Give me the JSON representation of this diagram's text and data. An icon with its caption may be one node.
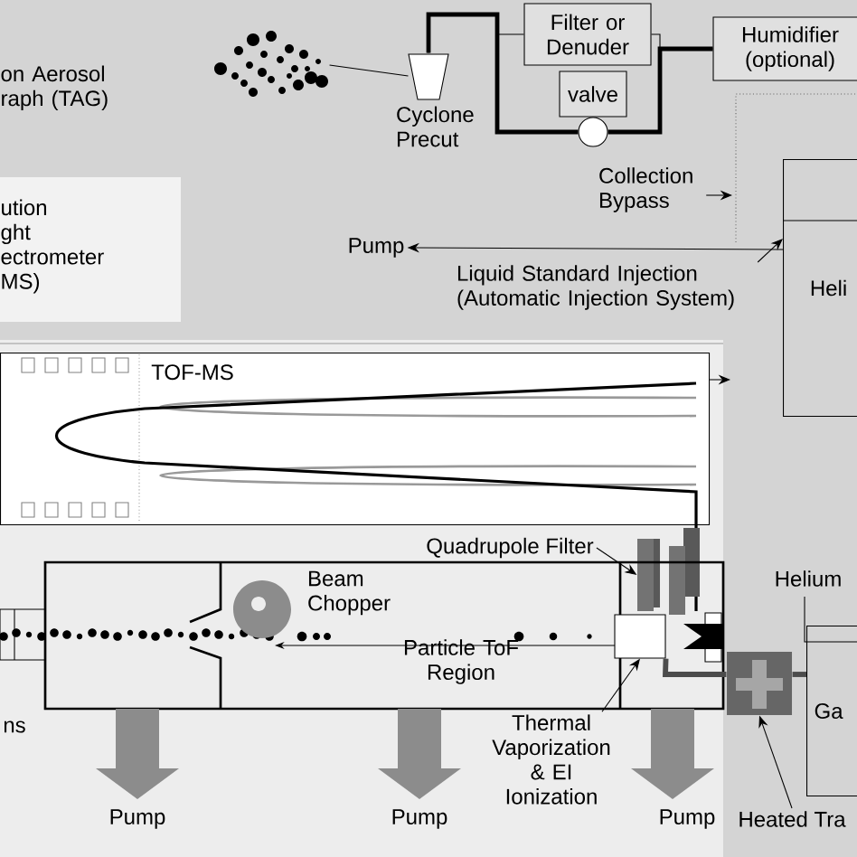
{
  "diagram": {
    "nodes": [
      {
        "text": [],
        "shape": "picture"
      },
      {
        "text": [],
        "shape": "trapezoid",
        "beside": [
          "Cyclone Precut"
        ]
      },
      {
        "text": [
          "Filter or Denuder"
        ]
      },
      {
        "text": [
          "valve"
        ]
      },
      {
        "text": [],
        "shape": "circle"
      },
      {
        "text": [
          "Humidifier (optional)"
        ]
      },
      {
        "text": [
          "Collection Bypass"
        ]
      },
      {
        "text": [
          "Heli"
        ]
      },
      {
        "text": [
          "Pump"
        ]
      },
      {
        "text": [
          "Liquid Standard Injection (Automatic Injection System)"
        ]
      },
      {
        "text": [
          "TOF-MS"
        ]
      },
      {
        "text": [
          "Quadrupole Filter"
        ]
      },
      {
        "text": [],
        "shape": "bar"
      },
      {
        "text": [
          "Thermal Vaporization & EI Ionization"
        ]
      },
      {
        "text": [],
        "shape": "box"
      },
      {
        "text": [
          "Heated Tra"
        ]
      },
      {
        "text": [
          "Ga"
        ]
      },
      {
        "text": [],
        "shape": "rectangle"
      }
    ],
    "edges": [
      {
        "from": 0,
        "to": 1,
        "arrow": "none"
      },
      {
        "from": 1,
        "to": 2,
        "arrow": "none"
      },
      {
        "from": 1,
        "to": 4,
        "arrow": "none",
        "style": "thick"
      },
      {
        "from": 4,
        "to": 5,
        "arrow": "none",
        "style": "thick"
      },
      {
        "from": 2,
        "to": 5,
        "arrow": "none"
      },
      {
        "from": 6,
        "to": null,
        "arrow": "to"
      },
      {
        "from": 7,
        "to": 8,
        "arrow": "to"
      },
      {
        "from": 9,
        "to": 7,
        "arrow": "to"
      },
      {
        "from": 10,
        "to": null,
        "arrow": "to"
      },
      {
        "from": 11,
        "to": 12,
        "arrow": "to"
      },
      {
        "from": 13,
        "to": 17,
        "arrow": "to"
      },
      {
        "from": 15,
        "to": 14,
        "arrow": "to"
      },
      {
        "from": 17,
        "to": 14,
        "arrow": "none",
        "style": "thick"
      },
      {
        "from": 14,
        "to": 16,
        "arrow": "none",
        "style": "thick"
      }
    ],
    "labels": [
      "on Aerosol raph (TAG)",
      "ution ght ectrometer MS)",
      "Beam Chopper",
      "Particle ToF Region",
      "Helium",
      "ns",
      "Pump",
      "Pump",
      "Pump"
    ]
  }
}
